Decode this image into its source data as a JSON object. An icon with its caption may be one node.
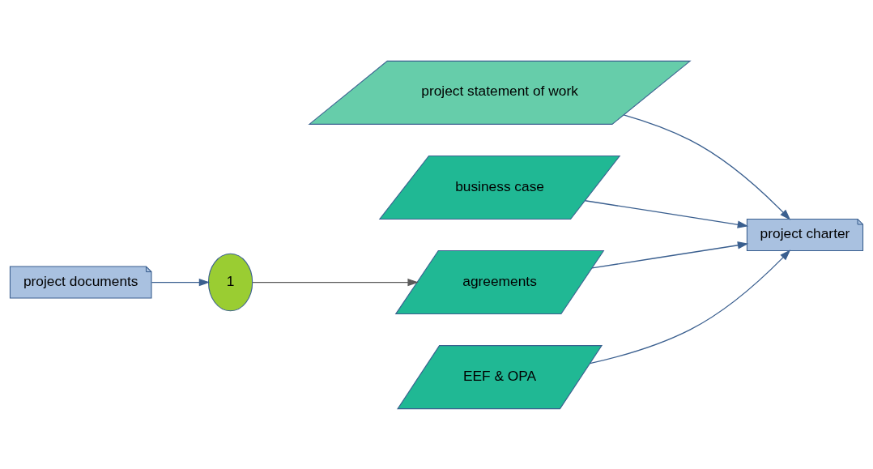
{
  "diagram": {
    "nodes": [
      {
        "text": [
          "project documents"
        ]
      },
      {
        "text": [
          "1"
        ]
      },
      {
        "text": [
          "project statement of work"
        ]
      },
      {
        "text": [
          "business case"
        ]
      },
      {
        "text": [
          "agreements"
        ]
      },
      {
        "text": [
          "EEF & OPA"
        ]
      },
      {
        "text": [
          "project charter"
        ]
      }
    ],
    "edges": [
      {
        "from": 0,
        "to": 1,
        "arrow": "to"
      },
      {
        "from": 1,
        "to": 4,
        "arrow": "to",
        "color": "#595959"
      },
      {
        "from": 2,
        "to": 6,
        "arrow": "to"
      },
      {
        "from": 3,
        "to": 6,
        "arrow": "to"
      },
      {
        "from": 4,
        "to": 6,
        "arrow": "to"
      },
      {
        "from": 5,
        "to": 6,
        "arrow": "to"
      }
    ]
  }
}
